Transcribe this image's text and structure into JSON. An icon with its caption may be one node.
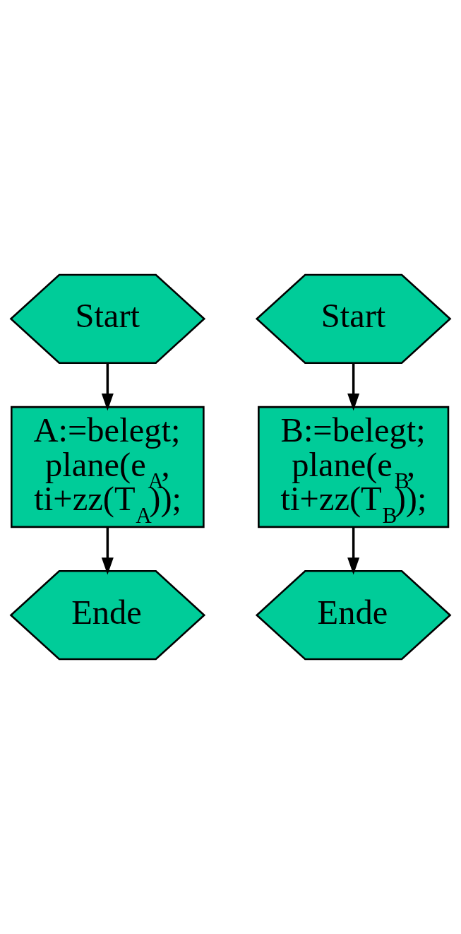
{
  "diagram": {
    "nodes": [
      {
        "text": [
          "Start"
        ]
      },
      {
        "text": [
          "A:=belegt; plane(e$_{A}$, ti+zz(T$_{A}$));"
        ]
      },
      {
        "text": [
          "Ende"
        ]
      },
      {
        "text": [
          "Start"
        ]
      },
      {
        "text": [
          "B:=belegt; plane(e$_{B}$, ti+zz(T$_{B}$));"
        ]
      },
      {
        "text": [
          "Ende"
        ]
      }
    ],
    "edges": [
      {
        "from": 0,
        "to": 1,
        "arrow": "to"
      },
      {
        "from": 1,
        "to": 2,
        "arrow": "to"
      },
      {
        "from": 3,
        "to": 4,
        "arrow": "to"
      },
      {
        "from": 4,
        "to": 5,
        "arrow": "to"
      }
    ]
  }
}
